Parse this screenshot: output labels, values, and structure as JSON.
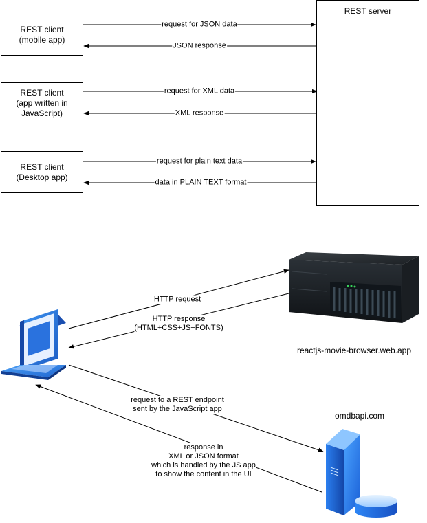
{
  "top_section": {
    "server_title": "REST server",
    "clients": [
      {
        "lines": [
          "REST client",
          "(mobile app)"
        ],
        "request_label": "request for JSON data",
        "response_label": "JSON response"
      },
      {
        "lines": [
          "REST client",
          "(app written in",
          "JavaScript)"
        ],
        "request_label": "request for XML data",
        "response_label": "XML response"
      },
      {
        "lines": [
          "REST client",
          "(Desktop app)"
        ],
        "request_label": "request for plain text data",
        "response_label": "data in PLAIN TEXT format"
      }
    ]
  },
  "bottom_section": {
    "http_request_label": "HTTP request",
    "http_response_lines": [
      "HTTP response",
      "(HTML+CSS+JS+FONTS)"
    ],
    "webapp_caption": "reactjs-movie-browser.web.app",
    "api_caption": "omdbapi.com",
    "rest_request_lines": [
      "request to a REST endpoint",
      "sent by the JavaScript app"
    ],
    "rest_response_lines": [
      "response in",
      "XML or JSON format",
      "which is handled by the JS app",
      "to show the content in the UI"
    ]
  },
  "icons": {
    "laptop": "laptop-icon",
    "rack_server": "rack-server-icon",
    "database_server": "database-server-icon"
  }
}
